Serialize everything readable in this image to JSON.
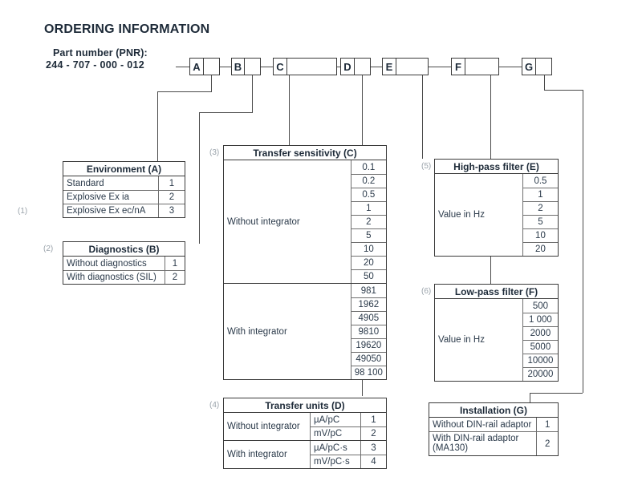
{
  "header": {
    "title": "ORDERING INFORMATION",
    "pnr_label": "Part number (PNR):",
    "pnr_value": "244 - 707 - 000 - 012"
  },
  "code_chain": [
    {
      "letter": "A",
      "value": ""
    },
    {
      "letter": "B",
      "value": ""
    },
    {
      "letter": "C",
      "value": ""
    },
    {
      "letter": "D",
      "value": ""
    },
    {
      "letter": "E",
      "value": ""
    },
    {
      "letter": "F",
      "value": ""
    },
    {
      "letter": "G",
      "value": ""
    }
  ],
  "tables": {
    "environment": {
      "footnote": "(1)",
      "title": "Environment (A)",
      "rows": [
        {
          "label": "Standard",
          "code": "1"
        },
        {
          "label": "Explosive Ex ia",
          "code": "2"
        },
        {
          "label": "Explosive Ex ec/nA",
          "code": "3"
        }
      ]
    },
    "diagnostics": {
      "footnote": "(2)",
      "title": "Diagnostics (B)",
      "rows": [
        {
          "label": "Without diagnostics",
          "code": "1"
        },
        {
          "label": "With diagnostics (SIL)",
          "code": "2"
        }
      ]
    },
    "transfer_sensitivity": {
      "footnote": "(3)",
      "title": "Transfer sensitivity (C)",
      "groups": [
        {
          "label": "Without integrator",
          "values": [
            "0.1",
            "0.2",
            "0.5",
            "1",
            "2",
            "5",
            "10",
            "20",
            "50"
          ]
        },
        {
          "label": "With integrator",
          "values": [
            "981",
            "1962",
            "4905",
            "9810",
            "19620",
            "49050",
            "98 100"
          ]
        }
      ]
    },
    "transfer_units": {
      "footnote": "(4)",
      "title": "Transfer units (D)",
      "groups": [
        {
          "label": "Without integrator",
          "rows": [
            {
              "unit": "µA/pC",
              "code": "1"
            },
            {
              "unit": "mV/pC",
              "code": "2"
            }
          ]
        },
        {
          "label": "With integrator",
          "rows": [
            {
              "unit": "µA/pC·s",
              "code": "3"
            },
            {
              "unit": "mV/pC·s",
              "code": "4"
            }
          ]
        }
      ]
    },
    "high_pass_filter": {
      "footnote": "(5)",
      "title": "High-pass filter (E)",
      "group_label": "Value in Hz",
      "values": [
        "0.5",
        "1",
        "2",
        "5",
        "10",
        "20"
      ]
    },
    "low_pass_filter": {
      "footnote": "(6)",
      "title": "Low-pass filter (F)",
      "group_label": "Value in Hz",
      "values": [
        "500",
        "1 000",
        "2000",
        "5000",
        "10000",
        "20000"
      ]
    },
    "installation": {
      "title": "Installation (G)",
      "rows": [
        {
          "label": "Without DIN-rail adaptor",
          "code": "1"
        },
        {
          "label": "With DIN-rail adaptor (MA130)",
          "code": "2"
        }
      ]
    }
  },
  "colors": {
    "text": "#2b3a4a",
    "heading": "#1d2a38",
    "line": "#4a4a4a",
    "footnote": "#9aa3ab"
  }
}
